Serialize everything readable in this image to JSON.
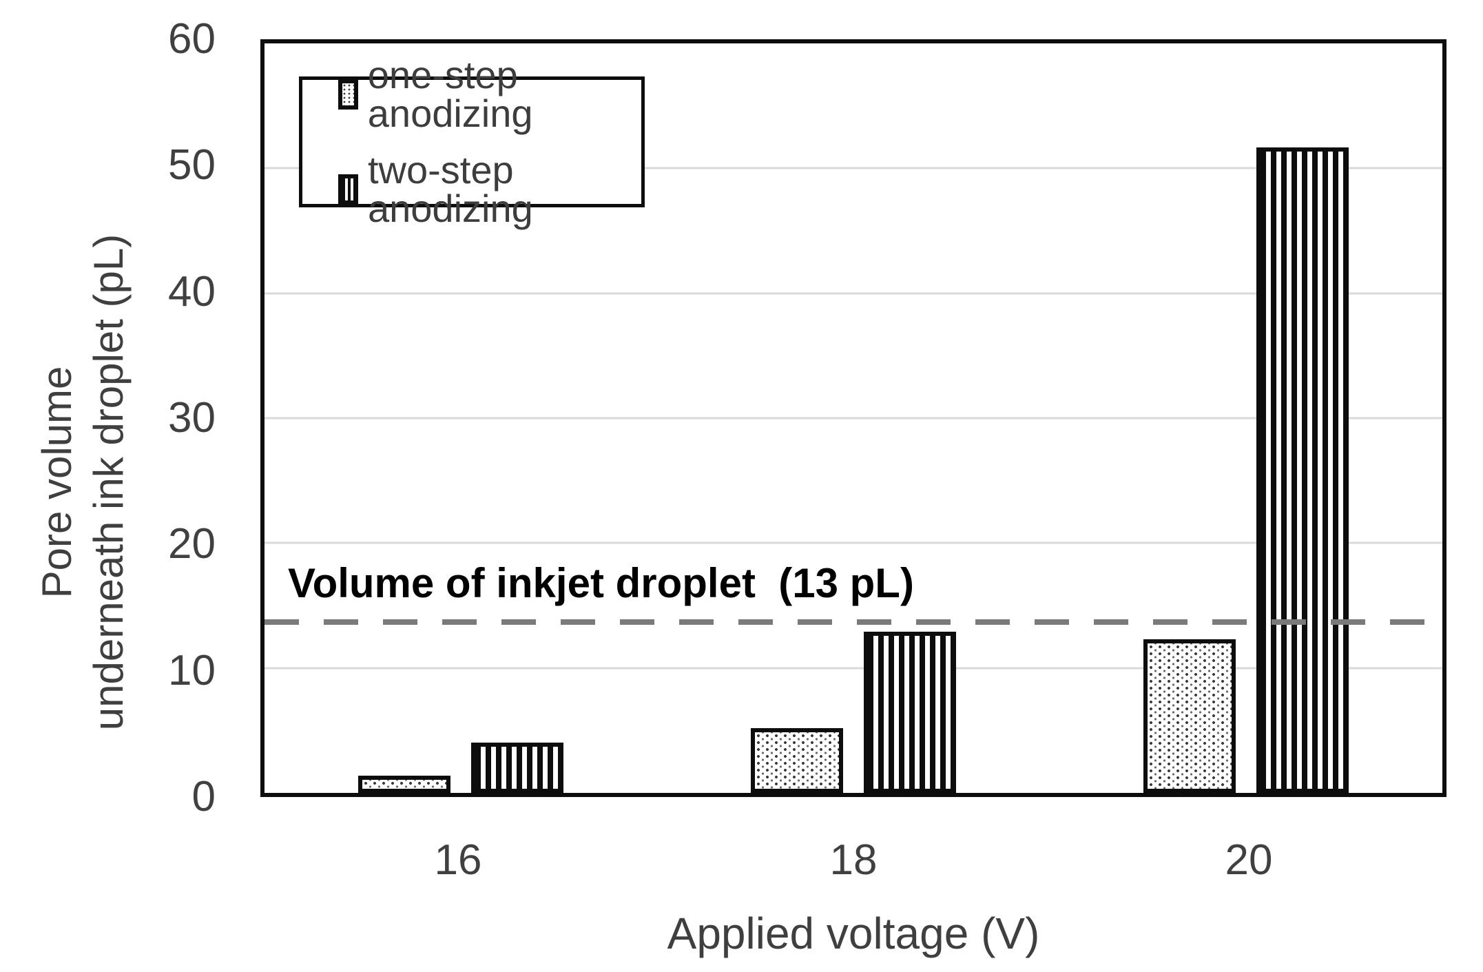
{
  "colors": {
    "background": "#ffffff",
    "axis_border": "#0d0d0d",
    "gridline": "#d9d9d9",
    "tick_text": "#404040",
    "axis_title_text": "#3f3f3f",
    "legend_text": "#3d3d3d",
    "annotation_text": "#000000",
    "reference_line": "#7a7a7a",
    "bar_border": "#0d0d0d",
    "bar_fill": "#ffffff"
  },
  "chart_data": {
    "type": "bar",
    "categories": [
      "16",
      "18",
      "20"
    ],
    "series": [
      {
        "name": "one-step anodizing",
        "pattern": "dots",
        "values": [
          1.4,
          5.2,
          12.3
        ]
      },
      {
        "name": "two-step anodizing",
        "pattern": "stripes",
        "values": [
          4.0,
          12.9,
          51.7
        ]
      }
    ],
    "xlabel": "Applied voltage (V)",
    "ylabel_line1": "Pore volume",
    "ylabel_line2": "underneath ink droplet (pL)",
    "ylim": [
      0,
      60
    ],
    "yticks": [
      0,
      10,
      20,
      30,
      40,
      50,
      60
    ],
    "grid": "horizontal",
    "legend": {
      "position": "top-left-inside"
    },
    "reference_line": {
      "value": 13.7,
      "label": "Volume of inkjet droplet  (13 pL)",
      "style": "dashed"
    }
  }
}
